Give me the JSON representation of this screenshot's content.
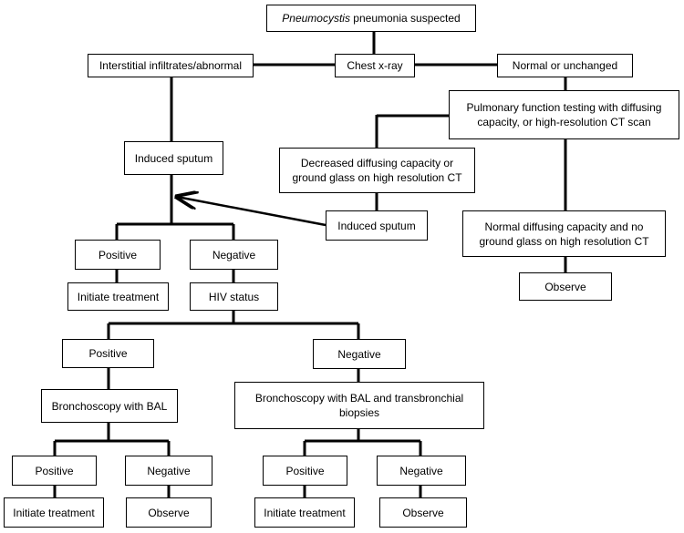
{
  "nodes": {
    "suspected": {
      "italic": "Pneumocystis",
      "rest": " pneumonia suspected"
    },
    "xray": "Chest x-ray",
    "interstitial": "Interstitial infiltrates/abnormal",
    "normal": "Normal or unchanged",
    "pft": "Pulmonary function testing with diffusing capacity, or high-resolution CT scan",
    "decreased": "Decreased diffusing capacity or ground glass on high resolution CT",
    "induced_left": "Induced sputum",
    "induced_right": "Induced sputum",
    "normal_dc": "Normal diffusing capacity and no ground glass on high resolution CT",
    "observe_top": "Observe",
    "sputum_pos": "Positive",
    "sputum_neg": "Negative",
    "init1": "Initiate treatment",
    "hiv": "HIV status",
    "hiv_pos": "Positive",
    "hiv_neg": "Negative",
    "bal": "Bronchoscopy with BAL",
    "bal_tb": "Bronchoscopy with BAL and transbronchial biopsies",
    "bal_pos": "Positive",
    "bal_neg": "Negative",
    "tb_pos": "Positive",
    "tb_neg": "Negative",
    "init2": "Initiate treatment",
    "observe2": "Observe",
    "init3": "Initiate treatment",
    "observe3": "Observe"
  }
}
